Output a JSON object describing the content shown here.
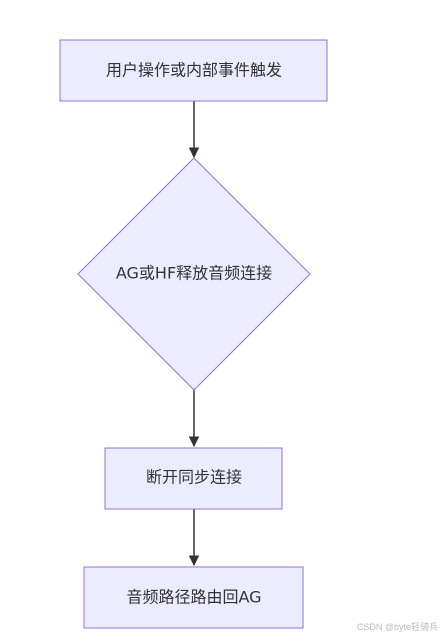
{
  "diagram": {
    "nodes": [
      {
        "id": "trigger",
        "shape": "rect",
        "label": "用户操作或内部事件触发"
      },
      {
        "id": "release",
        "shape": "diamond",
        "label": "AG或HF释放音频连接"
      },
      {
        "id": "disconnect",
        "shape": "rect",
        "label": "断开同步连接"
      },
      {
        "id": "route",
        "shape": "rect",
        "label": "音频路径路由回AG"
      }
    ],
    "edges": [
      {
        "from": "trigger",
        "to": "release"
      },
      {
        "from": "release",
        "to": "disconnect"
      },
      {
        "from": "disconnect",
        "to": "route"
      }
    ],
    "colors": {
      "node_fill": "#ECECFF",
      "node_stroke": "#9370DB",
      "edge": "#333333",
      "text": "#333333"
    }
  },
  "watermark": "CSDN @byte轻骑兵"
}
